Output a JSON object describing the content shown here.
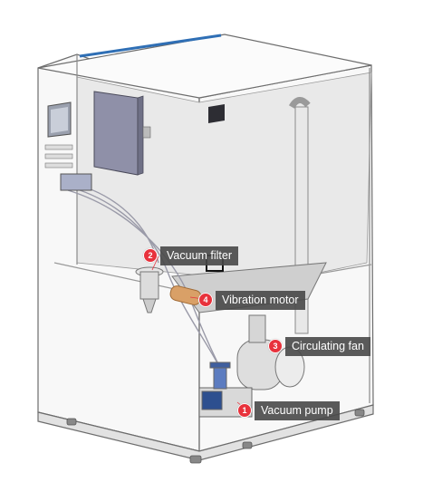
{
  "callouts": [
    {
      "number": "1",
      "label": "Vacuum pump"
    },
    {
      "number": "2",
      "label": "Vacuum filter"
    },
    {
      "number": "3",
      "label": "Circulating fan"
    },
    {
      "number": "4",
      "label": "Vibration motor"
    }
  ],
  "colors": {
    "accent_stripe": "#2f6fb5",
    "callout_badge": "#e8323c",
    "callout_label_bg": "#484848",
    "frame_stroke": "#6d6d6d",
    "control_box": "#8f90a8",
    "motor": "#d9a067"
  }
}
